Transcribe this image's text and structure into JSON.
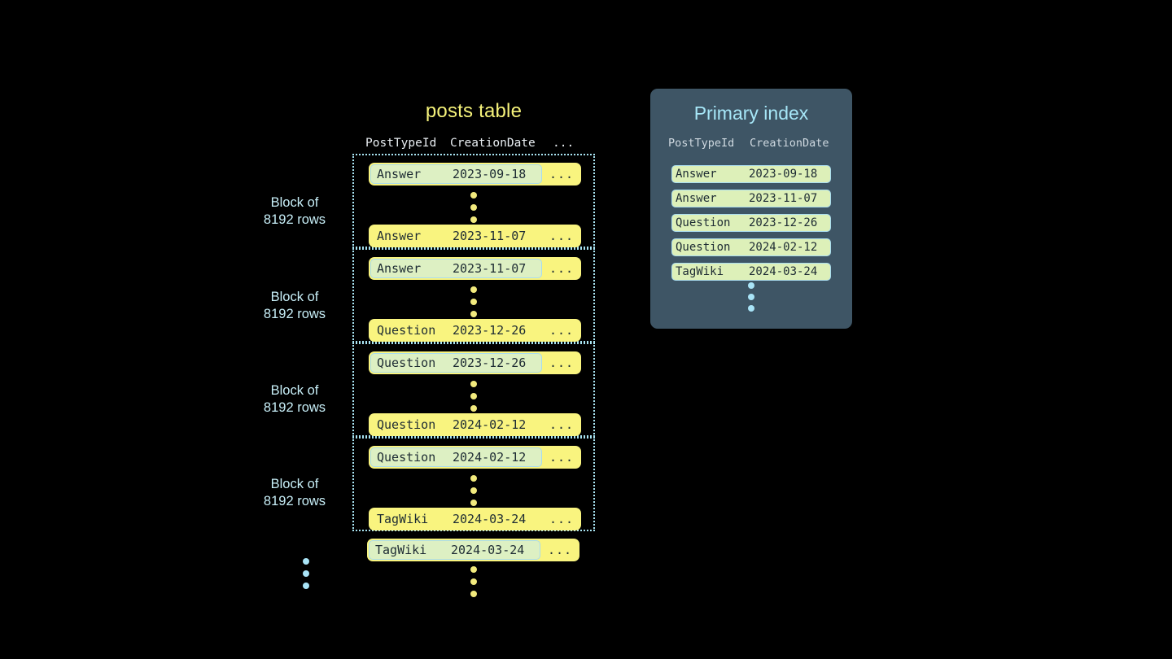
{
  "posts_table": {
    "title": "posts table",
    "columns": [
      "PostTypeId",
      "CreationDate",
      "..."
    ],
    "ellipsis_cell": "...",
    "blocks": [
      {
        "label_line1": "Block of",
        "label_line2": "8192 rows",
        "first_row": {
          "post_type_id": "Answer",
          "creation_date": "2023-09-18",
          "rest": "...",
          "highlighted": true
        },
        "last_row": {
          "post_type_id": "Answer",
          "creation_date": "2023-11-07",
          "rest": "...",
          "highlighted": false
        }
      },
      {
        "label_line1": "Block of",
        "label_line2": "8192 rows",
        "first_row": {
          "post_type_id": "Answer",
          "creation_date": "2023-11-07",
          "rest": "...",
          "highlighted": true
        },
        "last_row": {
          "post_type_id": "Question",
          "creation_date": "2023-12-26",
          "rest": "...",
          "highlighted": false
        }
      },
      {
        "label_line1": "Block of",
        "label_line2": "8192 rows",
        "first_row": {
          "post_type_id": "Question",
          "creation_date": "2023-12-26",
          "rest": "...",
          "highlighted": true
        },
        "last_row": {
          "post_type_id": "Question",
          "creation_date": "2024-02-12",
          "rest": "...",
          "highlighted": false
        }
      },
      {
        "label_line1": "Block of",
        "label_line2": "8192 rows",
        "first_row": {
          "post_type_id": "Question",
          "creation_date": "2024-02-12",
          "rest": "...",
          "highlighted": true
        },
        "last_row": {
          "post_type_id": "TagWiki",
          "creation_date": "2024-03-24",
          "rest": "...",
          "highlighted": false
        }
      }
    ],
    "trailing_row": {
      "post_type_id": "TagWiki",
      "creation_date": "2024-03-24",
      "rest": "...",
      "highlighted": true
    }
  },
  "primary_index": {
    "title": "Primary index",
    "columns": [
      "PostTypeId",
      "CreationDate"
    ],
    "rows": [
      {
        "post_type_id": "Answer",
        "creation_date": "2023-09-18"
      },
      {
        "post_type_id": "Answer",
        "creation_date": "2023-11-07"
      },
      {
        "post_type_id": "Question",
        "creation_date": "2023-12-26"
      },
      {
        "post_type_id": "Question",
        "creation_date": "2024-02-12"
      },
      {
        "post_type_id": "TagWiki",
        "creation_date": "2024-03-24"
      }
    ]
  },
  "colors": {
    "background": "#000000",
    "row_yellow": "#f9f47f",
    "highlight_green": "#ddf0c3",
    "highlight_border": "#a9dcee",
    "accent_blue": "#a9e4f7",
    "title_yellow": "#f5f27a",
    "panel_slate": "#3e5565",
    "index_row_green": "#ddf0b9",
    "text_dark": "#1d2b33"
  }
}
